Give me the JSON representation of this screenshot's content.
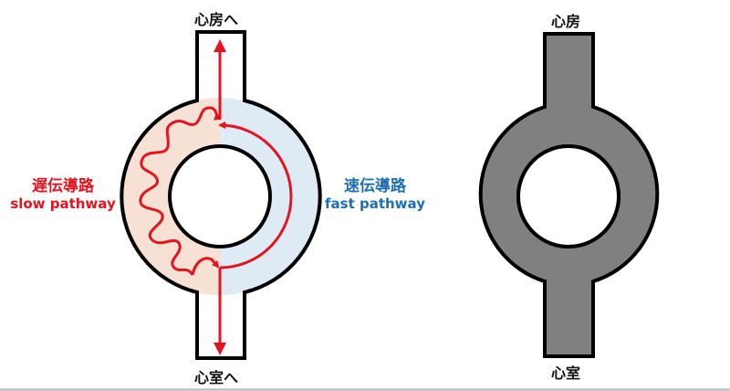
{
  "left_diagram": {
    "top_label": "心房へ",
    "bottom_label": "心室へ",
    "slow_pathway": {
      "label_jp": "遅伝導路",
      "label_en": "slow pathway",
      "color": "#e3141f",
      "fill": "#f7e0d4"
    },
    "fast_pathway": {
      "label_jp": "速伝導路",
      "label_en": "fast pathway",
      "color": "#1f6fb4",
      "fill": "#deebf5"
    },
    "arrow_color": "#e3141f"
  },
  "right_diagram": {
    "top_label": "心房",
    "bottom_label": "心室",
    "fill": "#808080"
  }
}
